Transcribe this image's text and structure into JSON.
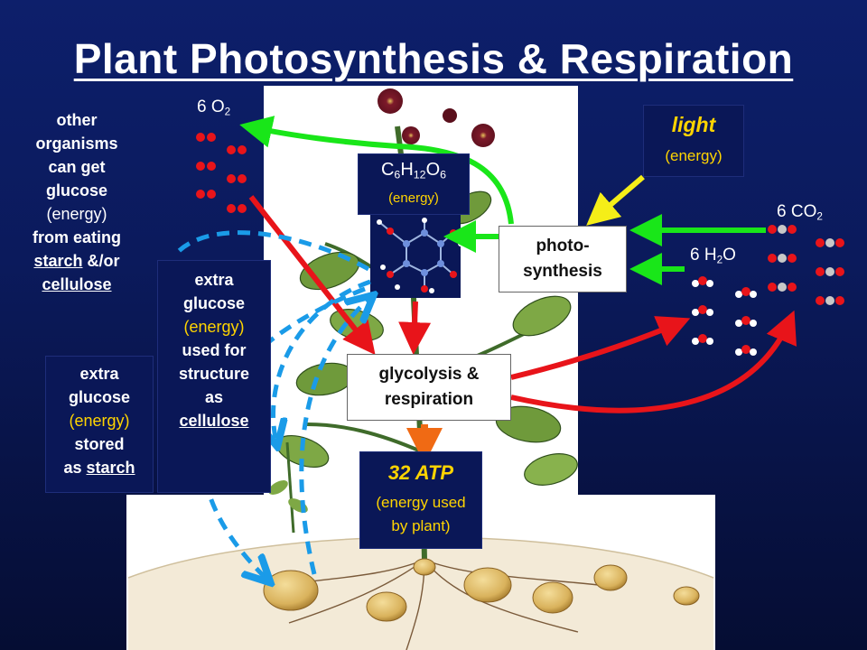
{
  "title": "Plant Photosynthesis & Respiration",
  "o2": {
    "coef": "6 O",
    "sub": "2"
  },
  "glucose_formula": {
    "c": "C",
    "c_sub": "6",
    "h": "H",
    "h_sub": "12",
    "o": "O",
    "o_sub": "6",
    "energy": "(energy)"
  },
  "light": {
    "label": "light",
    "energy": "(energy)"
  },
  "co2": {
    "coef": "6 CO",
    "sub": "2"
  },
  "h2o": {
    "coef": "6 H",
    "sub": "2",
    "tail": "O"
  },
  "photosynthesis": {
    "line1": "photo-",
    "line2": "synthesis"
  },
  "glycolysis": {
    "line1": "glycolysis &",
    "line2": "respiration"
  },
  "atp": {
    "label": "32 ATP",
    "line1": "(energy used",
    "line2": "by plant)"
  },
  "other_organisms": {
    "l1": "other",
    "l2": "organisms",
    "l3": "can get",
    "l4": "glucose",
    "energy": "(energy)",
    "l5": "from eating",
    "starch": "starch",
    "andor": " &/or",
    "cellulose": "cellulose"
  },
  "structure": {
    "l1": "extra",
    "l2": "glucose",
    "energy": "(energy)",
    "l3": "used for",
    "l4": "structure",
    "l5": "as",
    "cellulose": "cellulose"
  },
  "storage": {
    "l1": "extra",
    "l2": "glucose",
    "energy": "(energy)",
    "l3": "stored",
    "l4": "as ",
    "starch": "starch"
  },
  "colors": {
    "red_arrow": "#e8141a",
    "green_arrow": "#19e619",
    "blue_arrow": "#1a9be8",
    "yellow_arrow": "#f5ee18",
    "orange_arrow": "#f06a14",
    "energy_text": "#ffd400"
  }
}
